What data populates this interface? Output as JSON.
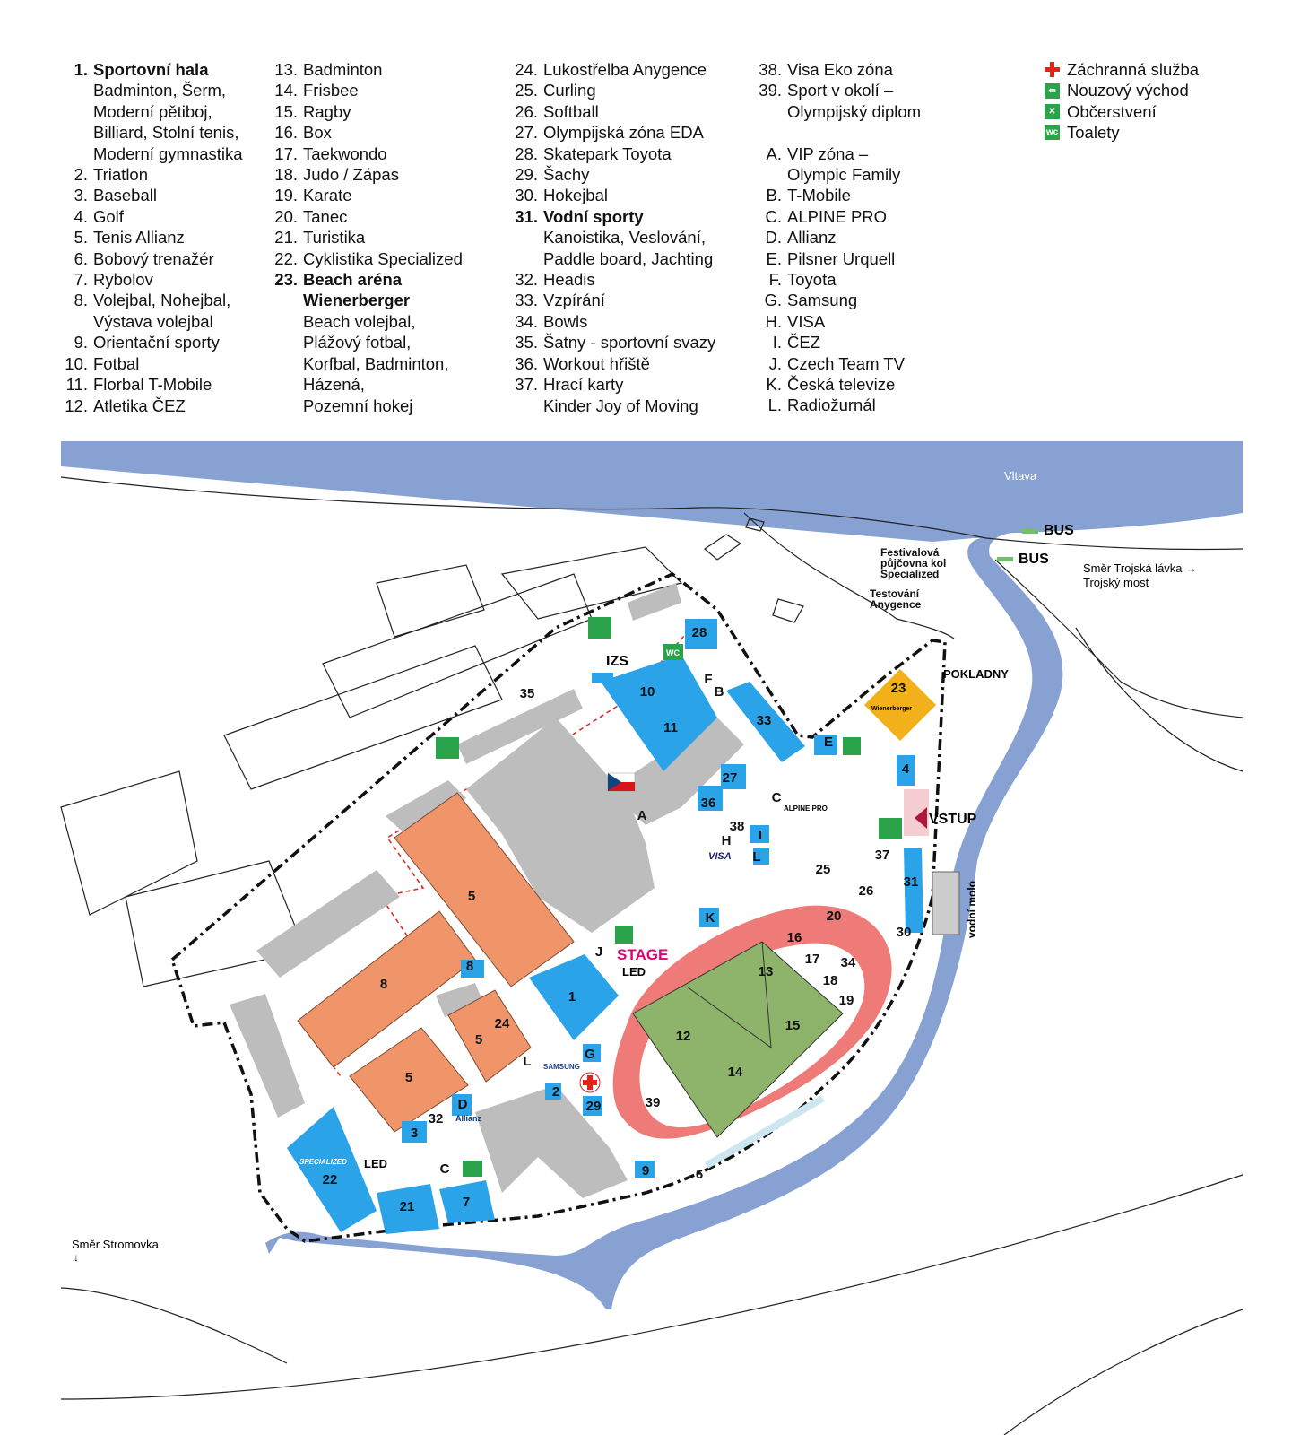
{
  "legend": {
    "col1": [
      {
        "n": "1.",
        "t": "Sportovní hala",
        "bold": true
      },
      {
        "n": "",
        "t": "Badminton, Šerm,"
      },
      {
        "n": "",
        "t": "Moderní pětiboj,"
      },
      {
        "n": "",
        "t": "Billiard, Stolní tenis,"
      },
      {
        "n": "",
        "t": "Moderní gymnastika"
      },
      {
        "n": "2.",
        "t": "Triatlon"
      },
      {
        "n": "3.",
        "t": "Baseball"
      },
      {
        "n": "4.",
        "t": "Golf"
      },
      {
        "n": "5.",
        "t": "Tenis Allianz"
      },
      {
        "n": "6.",
        "t": "Bobový trenažér"
      },
      {
        "n": "7.",
        "t": "Rybolov"
      },
      {
        "n": "8.",
        "t": "Volejbal, Nohejbal,"
      },
      {
        "n": "",
        "t": "Výstava volejbal"
      },
      {
        "n": "9.",
        "t": "Orientační sporty"
      },
      {
        "n": "10.",
        "t": "Fotbal"
      },
      {
        "n": "11.",
        "t": "Florbal T-Mobile"
      },
      {
        "n": "12.",
        "t": "Atletika ČEZ"
      }
    ],
    "col2": [
      {
        "n": "13.",
        "t": "Badminton"
      },
      {
        "n": "14.",
        "t": "Frisbee"
      },
      {
        "n": "15.",
        "t": "Ragby"
      },
      {
        "n": "16.",
        "t": "Box"
      },
      {
        "n": "17.",
        "t": "Taekwondo"
      },
      {
        "n": "18.",
        "t": "Judo / Zápas"
      },
      {
        "n": "19.",
        "t": "Karate"
      },
      {
        "n": "20.",
        "t": "Tanec"
      },
      {
        "n": "21.",
        "t": "Turistika"
      },
      {
        "n": "22.",
        "t": "Cyklistika Specialized"
      },
      {
        "n": "23.",
        "t": "Beach aréna",
        "bold": true
      },
      {
        "n": "",
        "t": "Wienerberger",
        "bold": true
      },
      {
        "n": "",
        "t": "Beach volejbal,"
      },
      {
        "n": "",
        "t": "Plážový fotbal,"
      },
      {
        "n": "",
        "t": "Korfbal, Badminton,"
      },
      {
        "n": "",
        "t": "Házená,"
      },
      {
        "n": "",
        "t": "Pozemní hokej"
      }
    ],
    "col3": [
      {
        "n": "24.",
        "t": "Lukostřelba Anygence"
      },
      {
        "n": "25.",
        "t": "Curling"
      },
      {
        "n": "26.",
        "t": "Softball"
      },
      {
        "n": "27.",
        "t": "Olympijská zóna EDA"
      },
      {
        "n": "28.",
        "t": "Skatepark Toyota"
      },
      {
        "n": "29.",
        "t": "Šachy"
      },
      {
        "n": "30.",
        "t": "Hokejbal"
      },
      {
        "n": "31.",
        "t": "Vodní sporty",
        "bold": true
      },
      {
        "n": "",
        "t": "Kanoistika, Veslování,"
      },
      {
        "n": "",
        "t": "Paddle board, Jachting"
      },
      {
        "n": "32.",
        "t": "Headis"
      },
      {
        "n": "33.",
        "t": "Vzpírání"
      },
      {
        "n": "34.",
        "t": "Bowls"
      },
      {
        "n": "35.",
        "t": "Šatny - sportovní svazy"
      },
      {
        "n": "36.",
        "t": "Workout hřiště"
      },
      {
        "n": "37.",
        "t": "Hrací karty"
      },
      {
        "n": "",
        "t": "Kinder Joy of Moving"
      }
    ],
    "col4": [
      {
        "n": "38.",
        "t": "Visa Eko zóna"
      },
      {
        "n": "39.",
        "t": "Sport v okolí –"
      },
      {
        "n": "",
        "t": "Olympijský diplom"
      },
      {
        "gap": true
      },
      {
        "n": "A.",
        "t": "VIP zóna –"
      },
      {
        "n": "",
        "t": "Olympic Family"
      },
      {
        "n": "B.",
        "t": "T-Mobile"
      },
      {
        "n": "C.",
        "t": "ALPINE PRO"
      },
      {
        "n": "D.",
        "t": "Allianz"
      },
      {
        "n": "E.",
        "t": "Pilsner Urquell"
      },
      {
        "n": "F.",
        "t": "Toyota"
      },
      {
        "n": "G.",
        "t": "Samsung"
      },
      {
        "n": "H.",
        "t": "VISA"
      },
      {
        "n": "I.",
        "t": "ČEZ"
      },
      {
        "n": "J.",
        "t": "Czech Team TV"
      },
      {
        "n": "K.",
        "t": "Česká televize"
      },
      {
        "n": "L.",
        "t": "Radiožurnál"
      }
    ],
    "col5": [
      {
        "icon": "cross",
        "t": "Záchranná služba"
      },
      {
        "icon": "exit",
        "t": "Nouzový východ"
      },
      {
        "icon": "food",
        "t": "Občerstvení"
      },
      {
        "icon": "wc",
        "t": "Toalety"
      }
    ]
  },
  "map": {
    "river": "Vltava",
    "bus1": "BUS",
    "bus2": "BUS",
    "bike_rental": [
      "Festivalová",
      "půjčovna kol",
      "Specialized"
    ],
    "testing": [
      "Testování",
      "Anygence"
    ],
    "direction_troja": [
      "Směr Trojská lávka →",
      "Trojský most"
    ],
    "direction_stromovka": [
      "Směr Stromovka",
      "↓"
    ],
    "pokladny": "POKLADNY",
    "vstup": "VSTUP",
    "vodni_molo": "vodní molo",
    "izs": "IZS",
    "stage": "STAGE",
    "led1": "LED",
    "led2": "LED",
    "wc": "WC",
    "samsung": "SAMSUNG",
    "allianz": "Allianz",
    "alpine": "ALPINE PRO",
    "specialized": "SPECIALIZED",
    "visa": "VISA",
    "wienerberger": "Wienerberger",
    "labels": {
      "n1": "1",
      "n2": "2",
      "n3": "3",
      "n4": "4",
      "n5a": "5",
      "n5b": "5",
      "n5c": "5",
      "n6": "6",
      "n7": "7",
      "n8a": "8",
      "n8b": "8",
      "n9": "9",
      "n10": "10",
      "n11": "11",
      "n12": "12",
      "n13": "13",
      "n14": "14",
      "n15": "15",
      "n16": "16",
      "n17": "17",
      "n18": "18",
      "n19": "19",
      "n20": "20",
      "n21": "21",
      "n22": "22",
      "n23": "23",
      "n24": "24",
      "n25": "25",
      "n26": "26",
      "n27": "27",
      "n28": "28",
      "n29": "29",
      "n30": "30",
      "n31": "31",
      "n32": "32",
      "n33": "33",
      "n34": "34",
      "n35": "35",
      "n36": "36",
      "n37": "37",
      "n38": "38",
      "n39": "39",
      "A": "A",
      "B": "B",
      "C1": "C",
      "C2": "C",
      "D": "D",
      "E": "E",
      "F": "F",
      "G": "G",
      "H": "H",
      "I": "I",
      "J": "J",
      "K": "K",
      "L1": "L",
      "L2": "L"
    }
  },
  "colors": {
    "blue": "#2aa3e8",
    "orange": "#f0956a",
    "gray": "#bdbdbd",
    "green": "#8db46a",
    "track": "#ee7b78",
    "river": "#87a2d2",
    "accent": "#e2007a"
  }
}
